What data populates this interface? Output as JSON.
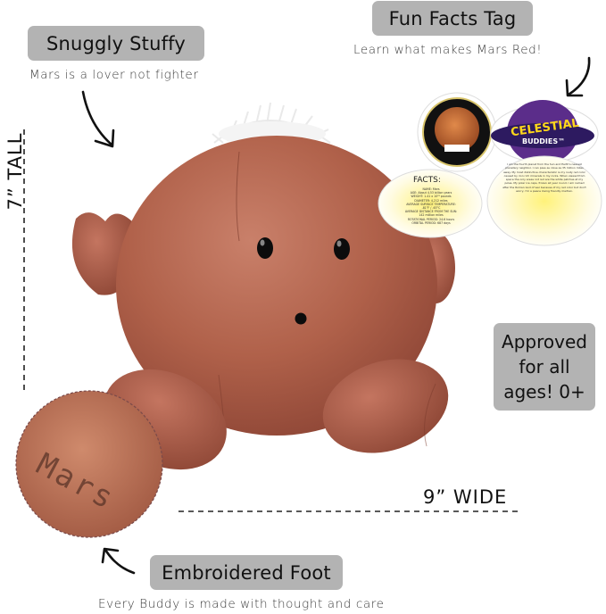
{
  "labels": {
    "snuggly": {
      "title": "Snuggly Stuffy",
      "subtitle": "Mars is a lover not fighter"
    },
    "fun_facts": {
      "title": "Fun Facts Tag",
      "subtitle": "Learn what makes Mars Red!"
    },
    "approved": {
      "lines": [
        "Approved",
        "for all",
        "ages! 0+"
      ]
    },
    "embroidered": {
      "title": "Embroidered Foot",
      "subtitle": "Every Buddy is made with thought and care"
    }
  },
  "dimensions": {
    "height": "7” TALL",
    "width": "9” WIDE"
  },
  "product": {
    "name": "Mars",
    "foot_embroidery": "Mars",
    "tag": {
      "brand_line1": "CELESTIAL",
      "brand_line2": "BUDDIES™",
      "facts_title": "FACTS:",
      "facts": [
        "NAME: Mars",
        "AGE: About 4.53 billion years",
        "WEIGHT: 1.41 x 10²³ pounds",
        "DIAMETER: 4,212 miles",
        "AVERAGE SURFACE TEMPERATURE:",
        "-81°F / -63°C",
        "AVERAGE DISTANCE FROM THE SUN:",
        "142 million miles",
        "ROTATIONAL PERIOD: 24.6 hours",
        "ORBITAL PERIOD: 687 days"
      ],
      "story": "I am the fourth planet from the Sun and Earth's nearest planetary neighbor. I can pass as close as 35 million miles away. My most distinctive characteristic is my rusty red color caused by iron rich minerals in my rocks. When viewed from space the only areas not red are the white patches at my poles. My polar ice caps, frozen all year round. I am named after the Roman God of war because of my red color but don't worry, I'm a peace loving friendly martian."
    }
  },
  "colors": {
    "pill_bg": "#b3b3b3",
    "plush_base": "#b0614a",
    "plush_light": "#c87a62",
    "plush_dark": "#8a4333",
    "text_dark": "#111111"
  }
}
